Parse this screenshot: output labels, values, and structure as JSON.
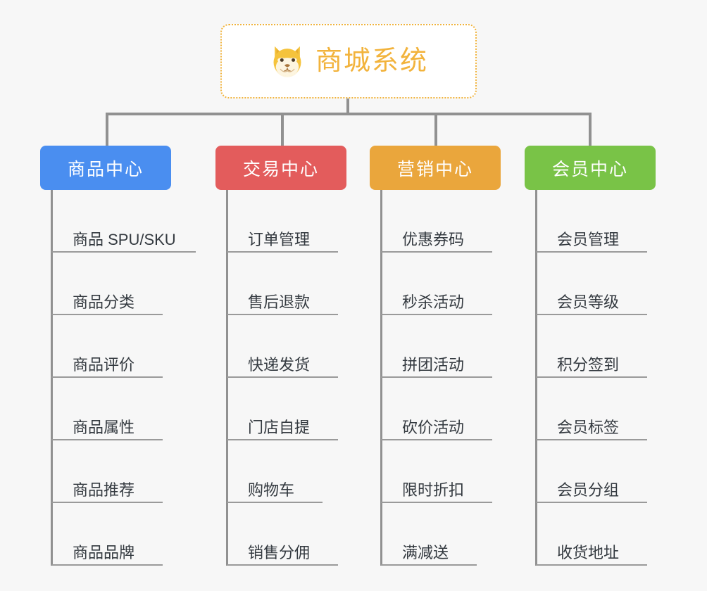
{
  "background_color": "#f7f7f7",
  "root": {
    "title": "商城系统",
    "icon": "shiba-dog-face-icon",
    "text_color": "#f2b33c",
    "border_color": "#f0b33d",
    "background_color": "#ffffff"
  },
  "connector_color": "#919191",
  "categories": [
    {
      "label": "商品中心",
      "color": "#4a8ef0",
      "underline_width": 205,
      "items": [
        "商品 SPU/SKU",
        "商品分类",
        "商品评价",
        "商品属性",
        "商品推荐",
        "商品品牌"
      ]
    },
    {
      "label": "交易中心",
      "color": "#e35c5c",
      "underline_width": 165,
      "items": [
        "订单管理",
        "售后退款",
        "快递发货",
        "门店自提",
        "购物车",
        "销售分佣"
      ]
    },
    {
      "label": "营销中心",
      "color": "#eaa63c",
      "underline_width": 165,
      "items": [
        "优惠券码",
        "秒杀活动",
        "拼团活动",
        "砍价活动",
        "限时折扣",
        "满减送"
      ]
    },
    {
      "label": "会员中心",
      "color": "#79c347",
      "underline_width": 165,
      "items": [
        "会员管理",
        "会员等级",
        "积分签到",
        "会员标签",
        "会员分组",
        "收货地址"
      ]
    }
  ]
}
